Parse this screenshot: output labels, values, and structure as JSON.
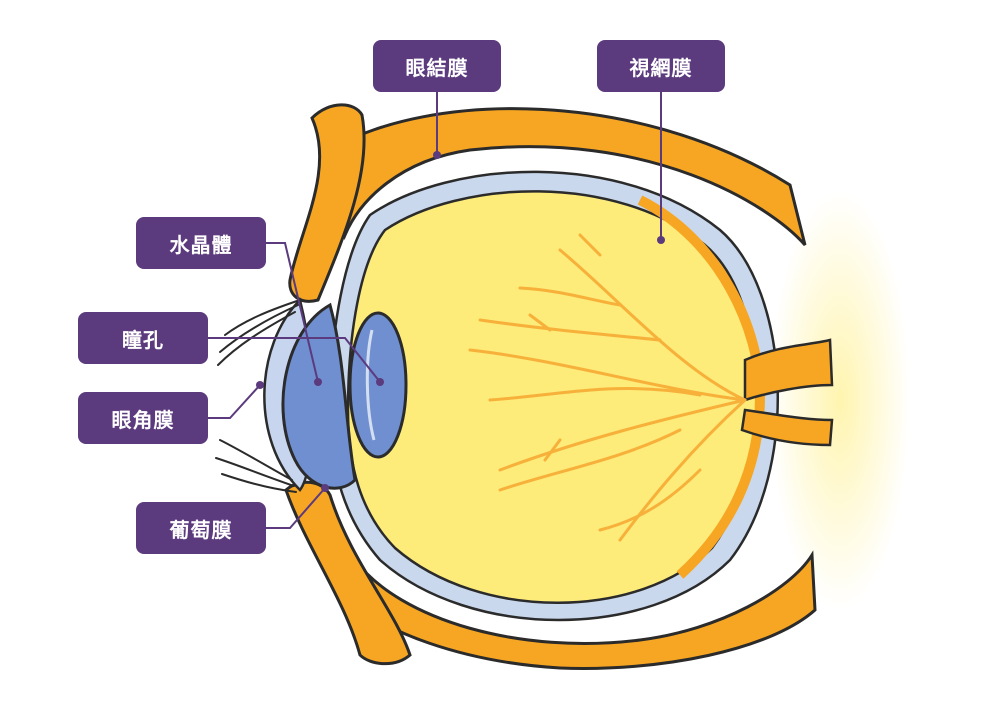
{
  "colors": {
    "label_bg": "#5b3a7e",
    "leader_line": "#5b3a7e",
    "sclera": "#f6a623",
    "sclera_light": "#fbc45a",
    "choroid": "#c9d8ec",
    "vitreous": "#fdeb7a",
    "vessels": "#f7b13a",
    "lens": "#6f8fd0",
    "cornea": "#c7d6ee",
    "outline": "#2b2b2b",
    "glow": "#fff3a6"
  },
  "labels": {
    "conjunctiva": "眼結膜",
    "retina": "視網膜",
    "lens": "水晶體",
    "pupil": "瞳孔",
    "cornea": "眼角膜",
    "uvea": "葡萄膜"
  }
}
